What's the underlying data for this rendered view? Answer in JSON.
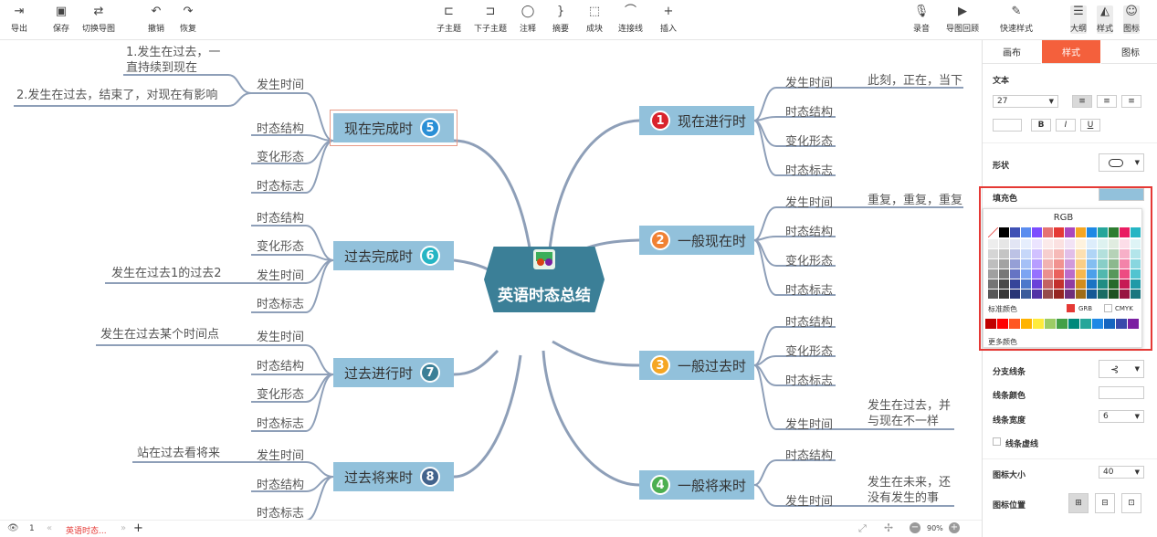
{
  "toolbar": {
    "left": [
      {
        "icon": "export-icon",
        "glyph": "⇥",
        "label": "导出"
      },
      {
        "icon": "save-icon",
        "glyph": "▣",
        "label": "保存"
      },
      {
        "icon": "switch-map-icon",
        "glyph": "⇄",
        "label": "切换导图"
      },
      {
        "icon": "undo-icon",
        "glyph": "↶",
        "label": "撤销"
      },
      {
        "icon": "redo-icon",
        "glyph": "↷",
        "label": "恢复"
      }
    ],
    "center": [
      {
        "icon": "subtopic-icon",
        "glyph": "⊏",
        "label": "子主题"
      },
      {
        "icon": "sub-subtopic-icon",
        "glyph": "⊐",
        "label": "下子主题"
      },
      {
        "icon": "comment-icon",
        "glyph": "◯",
        "label": "注释"
      },
      {
        "icon": "summary-icon",
        "glyph": "}",
        "label": "摘要"
      },
      {
        "icon": "block-icon",
        "glyph": "⬚",
        "label": "成块"
      },
      {
        "icon": "connect-line-icon",
        "glyph": "⌒",
        "label": "连接线"
      },
      {
        "icon": "insert-icon",
        "glyph": "+",
        "label": "插入"
      }
    ],
    "right": [
      {
        "icon": "record-icon",
        "glyph": "🎙",
        "label": "录音"
      },
      {
        "icon": "replay-icon",
        "glyph": "▶",
        "label": "导图回顾"
      },
      {
        "icon": "quick-style-icon",
        "glyph": "✎",
        "label": "快速样式"
      },
      {
        "icon": "outline-icon",
        "glyph": "☰",
        "label": "大纲"
      },
      {
        "icon": "style-icon",
        "glyph": "◭",
        "label": "样式"
      },
      {
        "icon": "emoji-icon",
        "glyph": "☺",
        "label": "图标"
      }
    ]
  },
  "center_topic": "英语时态总结",
  "branches": [
    {
      "num": "1",
      "label": "现在进行时",
      "color": "#d9232c",
      "subs": [
        "发生时间",
        "时态结构",
        "变化形态",
        "时态标志"
      ],
      "leaf": "此刻，正在，当下"
    },
    {
      "num": "2",
      "label": "一般现在时",
      "color": "#f08133",
      "subs": [
        "发生时间",
        "时态结构",
        "变化形态",
        "时态标志"
      ],
      "leaf": "重复，重复，重复"
    },
    {
      "num": "3",
      "label": "一般过去时",
      "color": "#f5a623",
      "subs": [
        "时态结构",
        "变化形态",
        "时态标志",
        "发生时间"
      ],
      "leaf": "发生在过去，并与现在不一样"
    },
    {
      "num": "4",
      "label": "一般将来时",
      "color": "#4caf50",
      "subs": [
        "时态结构",
        "发生时间"
      ],
      "leaf": "发生在未来，还没有发生的事"
    },
    {
      "num": "5",
      "label": "现在完成时",
      "color": "#2a8fd6",
      "subs": [
        "发生时间",
        "时态结构",
        "变化形态",
        "时态标志"
      ],
      "leaves": [
        "1.发生在过去，一直持续到现在",
        "2.发生在过去，结束了，对现在有影响"
      ]
    },
    {
      "num": "6",
      "label": "过去完成时",
      "color": "#26b5c4",
      "subs": [
        "时态结构",
        "变化形态",
        "发生时间",
        "时态标志"
      ],
      "leaf": "发生在过去1的过去2"
    },
    {
      "num": "7",
      "label": "过去进行时",
      "color": "#3b7f97",
      "subs": [
        "发生时间",
        "时态结构",
        "变化形态",
        "时态标志"
      ],
      "leaf": "发生在过去某个时间点"
    },
    {
      "num": "8",
      "label": "过去将来时",
      "color": "#42638c",
      "subs": [
        "发生时间",
        "时态结构",
        "时态标志"
      ],
      "leaf": "站在过去看将来"
    }
  ],
  "status": {
    "page": "1",
    "doc_tab": "英语时态...",
    "zoom": "90%"
  },
  "panel": {
    "tabs": [
      "画布",
      "样式",
      "图标"
    ],
    "text_label": "文本",
    "font_size": "27",
    "bold": "B",
    "italic": "I",
    "underline": "U",
    "shape_label": "形状",
    "fill_label": "填充色",
    "fill_color": "#92c1db",
    "branch_line_label": "分支线条",
    "line_color_label": "线条颜色",
    "line_width_label": "线条宽度",
    "line_width": "6",
    "dashed_label": "线条虚线",
    "icon_size_label": "图标大小",
    "icon_size": "40",
    "icon_pos_label": "图标位置"
  },
  "picker": {
    "title": "RGB",
    "std_label": "标准颜色",
    "grb_label": "GRB",
    "cmyk_label": "CMYK",
    "more_label": "更多颜色",
    "top_colors": [
      "#000000",
      "#3f51b5",
      "#5b8def",
      "#7c4dff",
      "#e57373",
      "#e53935",
      "#ab47bc",
      "#f5a623",
      "#1e88e5",
      "#26a69a",
      "#2e7d32",
      "#e91e63",
      "#26b5c4"
    ],
    "std_colors": [
      "#c00000",
      "#ff0000",
      "#ff5722",
      "#ffb300",
      "#ffeb3b",
      "#9ccc65",
      "#43a047",
      "#00897b",
      "#26a69a",
      "#1e88e5",
      "#1565c0",
      "#3949ab",
      "#7b1fa2"
    ]
  }
}
